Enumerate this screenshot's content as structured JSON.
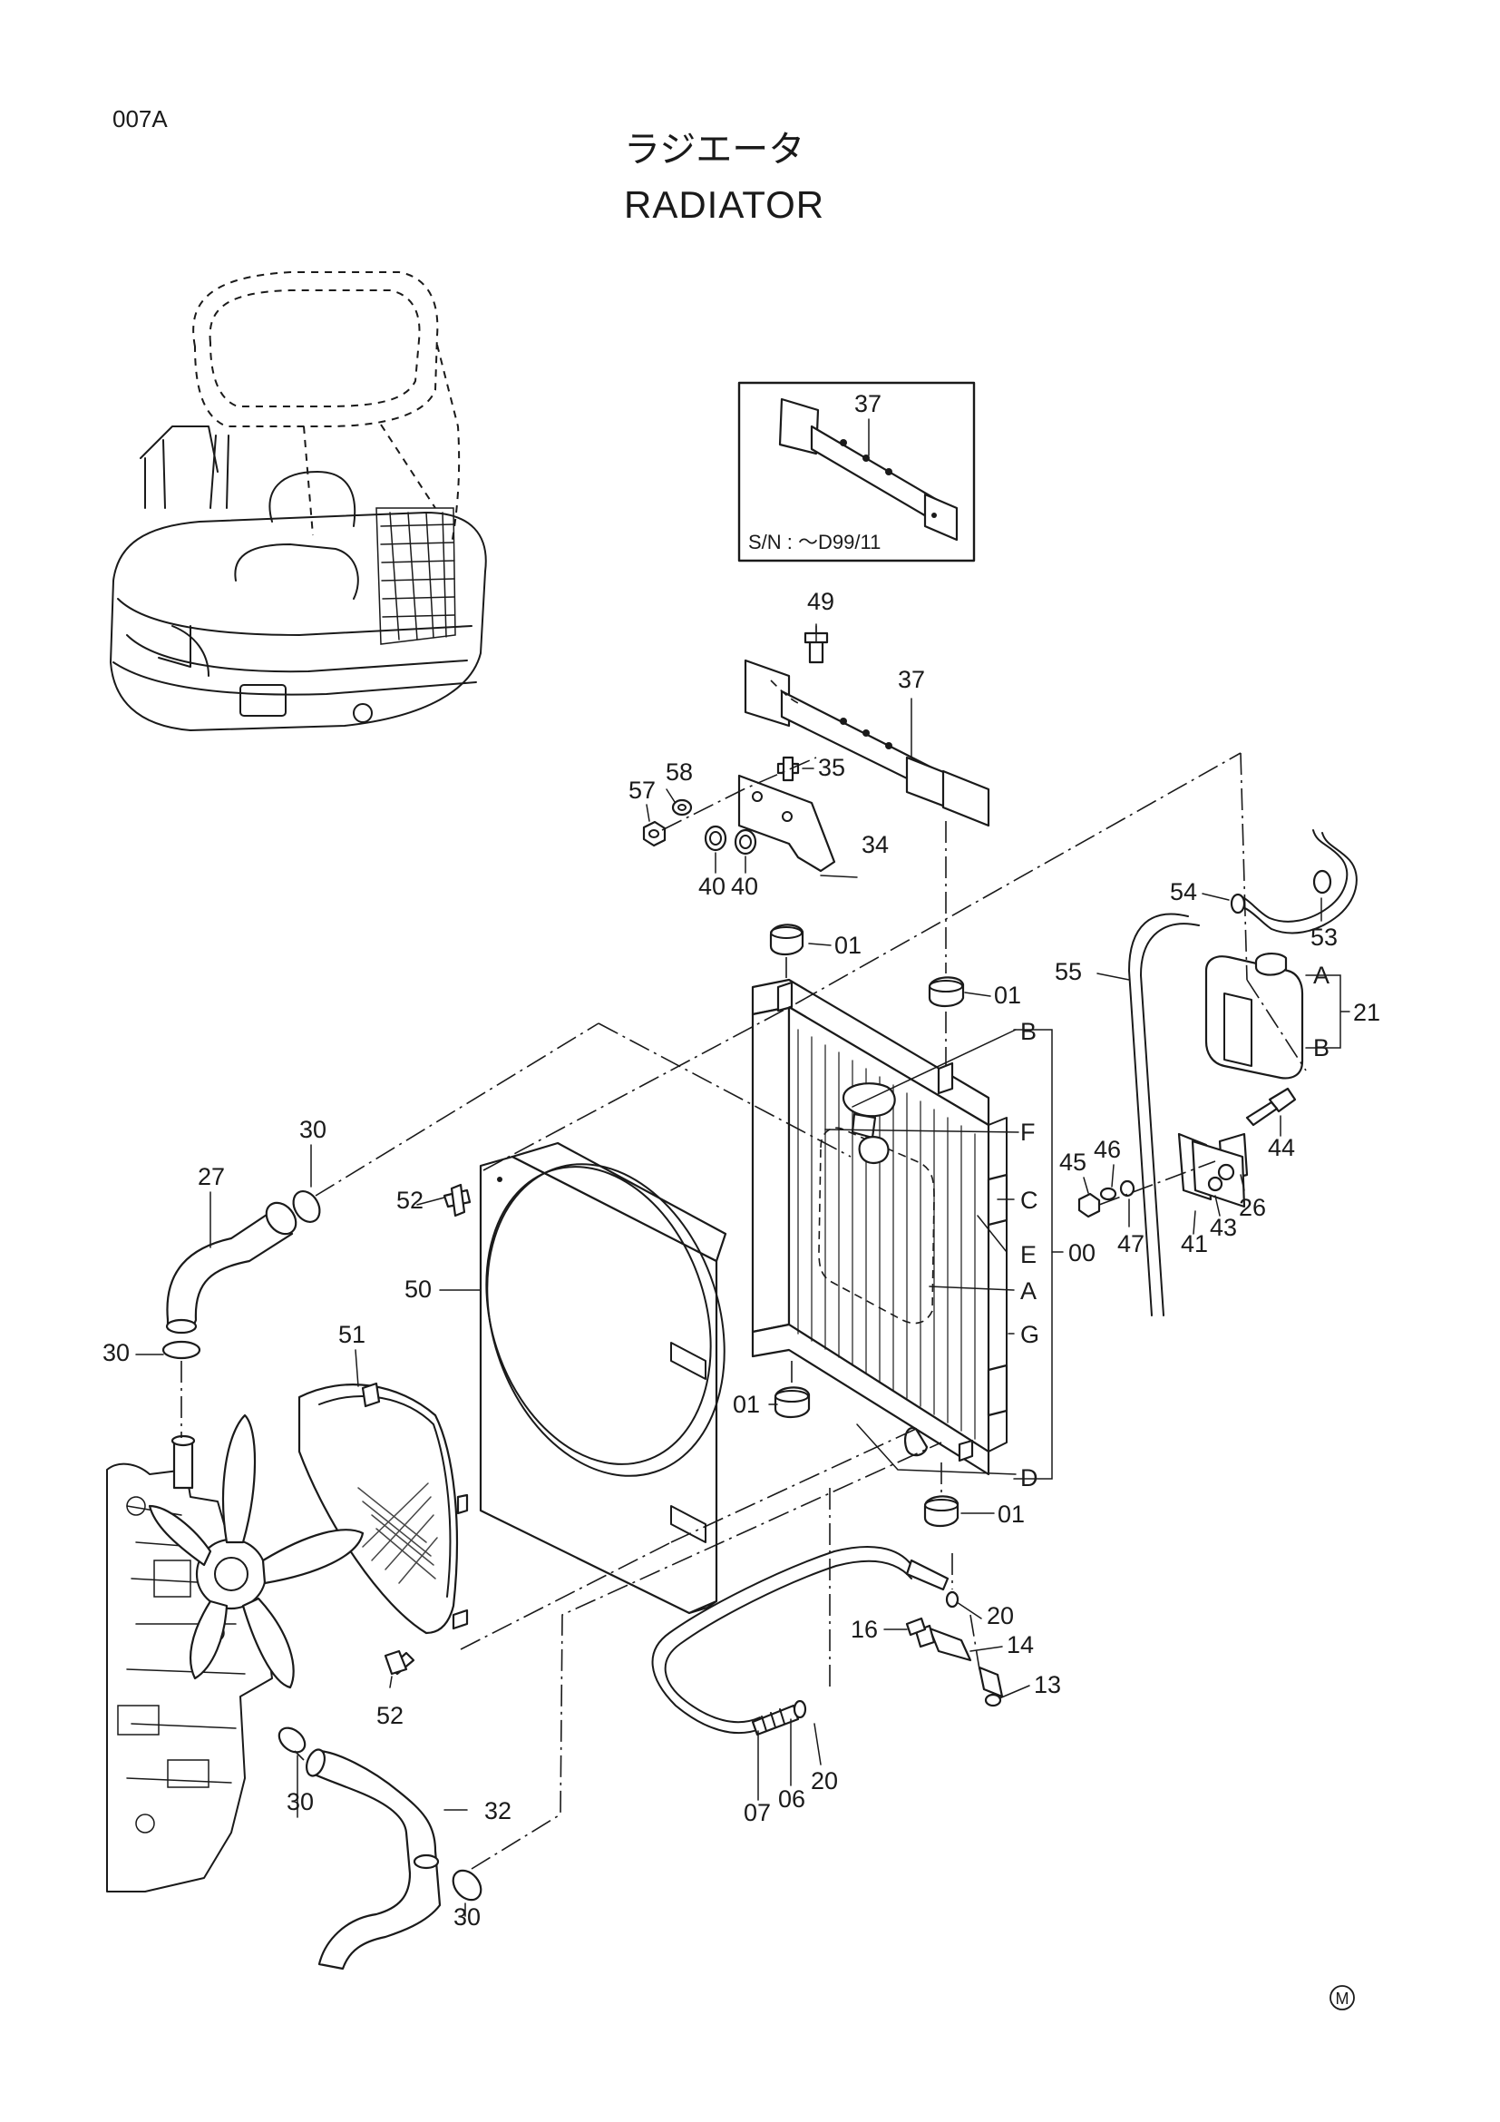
{
  "header": {
    "page_code": "007A",
    "title_jp": "ラジエータ",
    "title_en": "RADIATOR",
    "corner_mark": "M"
  },
  "inset": {
    "part": "37",
    "serial_note": "S/N :  ～D99/11"
  },
  "parts": {
    "p49": "49",
    "p37": "37",
    "p35": "35",
    "p58": "58",
    "p57": "57",
    "p34": "34",
    "p40a": "40",
    "p40b": "40",
    "p01a": "01",
    "p01b": "01",
    "p01c": "01",
    "p01d": "01",
    "p54": "54",
    "p53": "53",
    "p55": "55",
    "p21": "21",
    "p44": "44",
    "p30a": "30",
    "p30b": "30",
    "p30c": "30",
    "p30d": "30",
    "p27": "27",
    "p52a": "52",
    "p52b": "52",
    "p50": "50",
    "p51": "51",
    "p45": "45",
    "p46": "46",
    "p47": "47",
    "p41": "41",
    "p43": "43",
    "p26": "26",
    "p00": "00",
    "p32": "32",
    "p20a": "20",
    "p20b": "20",
    "p16": "16",
    "p14": "14",
    "p13": "13",
    "p07": "07",
    "p06": "06"
  },
  "letters": {
    "B": "B",
    "F": "F",
    "C": "C",
    "E": "E",
    "A": "A",
    "G": "G",
    "D": "D",
    "tankA": "A",
    "tankB": "B"
  }
}
